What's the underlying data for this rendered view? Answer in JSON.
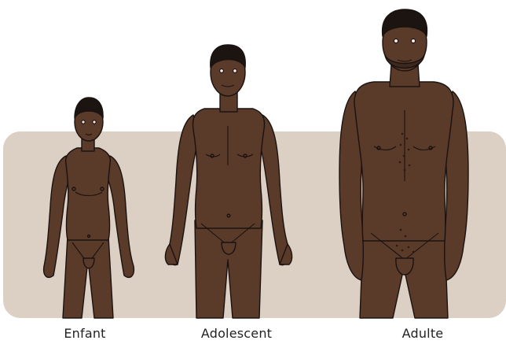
{
  "colors": {
    "background": "#ffffff",
    "panel": "#dccfc3",
    "skin": "#5a3a28",
    "skin_shade": "#4a2e1f",
    "outline": "#1a1210",
    "hair": "#1b1410",
    "text": "#222222"
  },
  "figures": [
    {
      "id": "enfant",
      "label": "Enfant"
    },
    {
      "id": "adolescent",
      "label": "Adolescent"
    },
    {
      "id": "adulte",
      "label": "Adulte"
    }
  ]
}
